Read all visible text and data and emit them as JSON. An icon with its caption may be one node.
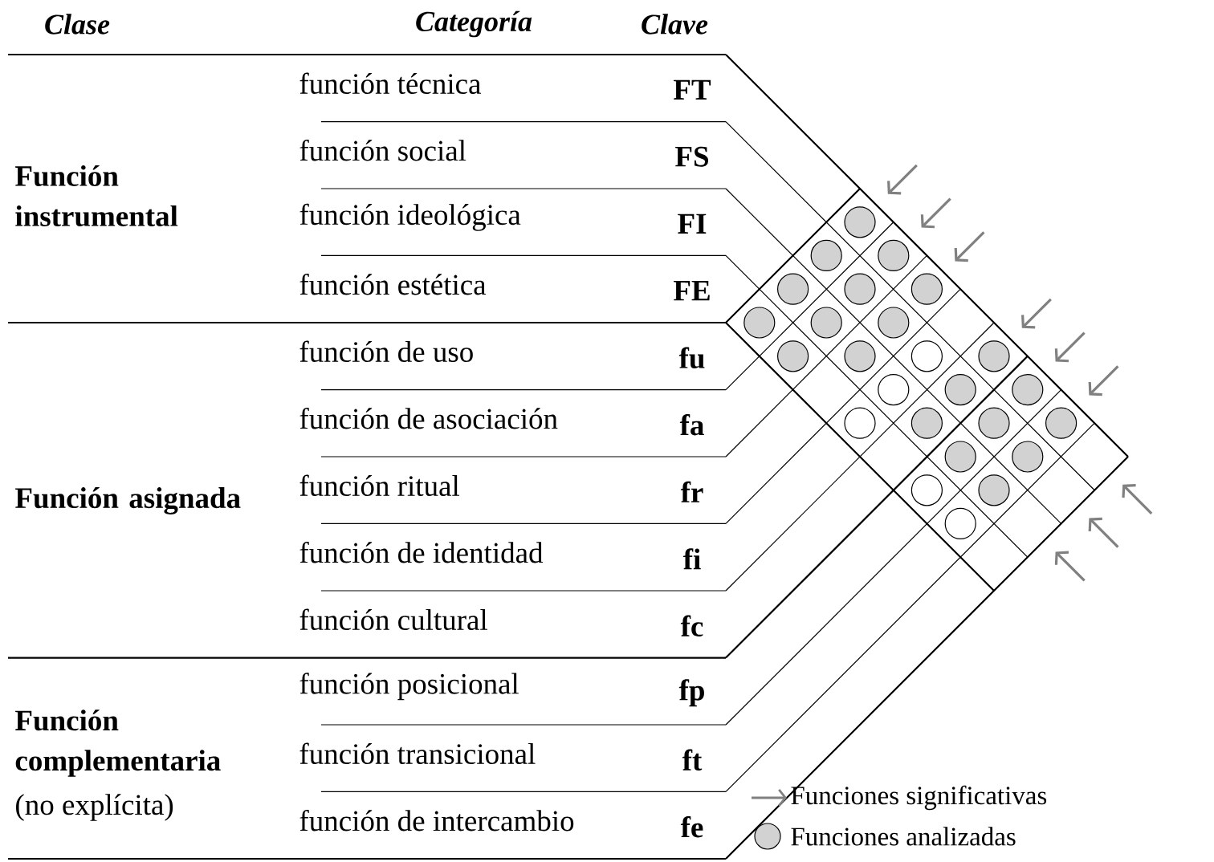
{
  "diagram": {
    "labels": [
      "Clase",
      "Categoría",
      "Clave",
      "Función instrumental",
      "función técnica",
      "FT",
      "función social",
      "FS",
      "función ideológica",
      "FI",
      "función estética",
      "FE",
      "Función asignada",
      "función de uso",
      "fu",
      "función de asociación",
      "fa",
      "función ritual",
      "fr",
      "función de identidad",
      "fi",
      "función cultural",
      "fc",
      "Función complementaria",
      "(no explícita)",
      "función posicional",
      "fp",
      "función transicional",
      "ft",
      "función de intercambio",
      "fe"
    ],
    "legend": [
      {
        "text": "Funciones significativas"
      },
      {
        "text": "Funciones analizadas"
      }
    ]
  }
}
